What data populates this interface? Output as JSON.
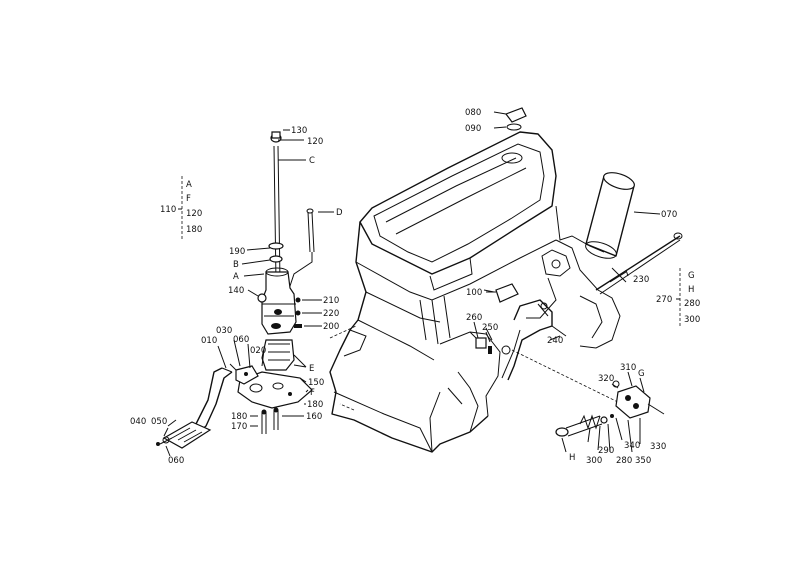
{
  "labels": {
    "l080": "080",
    "l090": "090",
    "l070": "070",
    "l130": "130",
    "l120": "120",
    "lC": "C",
    "lD": "D",
    "l190": "190",
    "lB": "B",
    "lA": "A",
    "l140": "140",
    "l210": "210",
    "l220": "220",
    "l200": "200",
    "l100": "100",
    "l260": "260",
    "l250": "250",
    "l240": "240",
    "l230": "230",
    "l010": "010",
    "l030": "030",
    "l060a": "060",
    "l020": "020",
    "lE": "E",
    "l150": "150",
    "lF": "F",
    "l180a": "180",
    "l180b": "180",
    "l170": "170",
    "l160": "160",
    "l040": "040",
    "l050": "050",
    "l060b": "060",
    "l320": "320",
    "l310": "310",
    "lG": "G",
    "lH": "H",
    "l300": "300",
    "l290": "290",
    "l280": "280",
    "l340": "340",
    "l350": "350",
    "l330": "330"
  },
  "groups": {
    "left": {
      "head": "110",
      "items": [
        "A",
        "F",
        "120",
        "180"
      ]
    },
    "right": {
      "head": "270",
      "items": [
        "G",
        "H",
        "280",
        "300"
      ]
    }
  }
}
